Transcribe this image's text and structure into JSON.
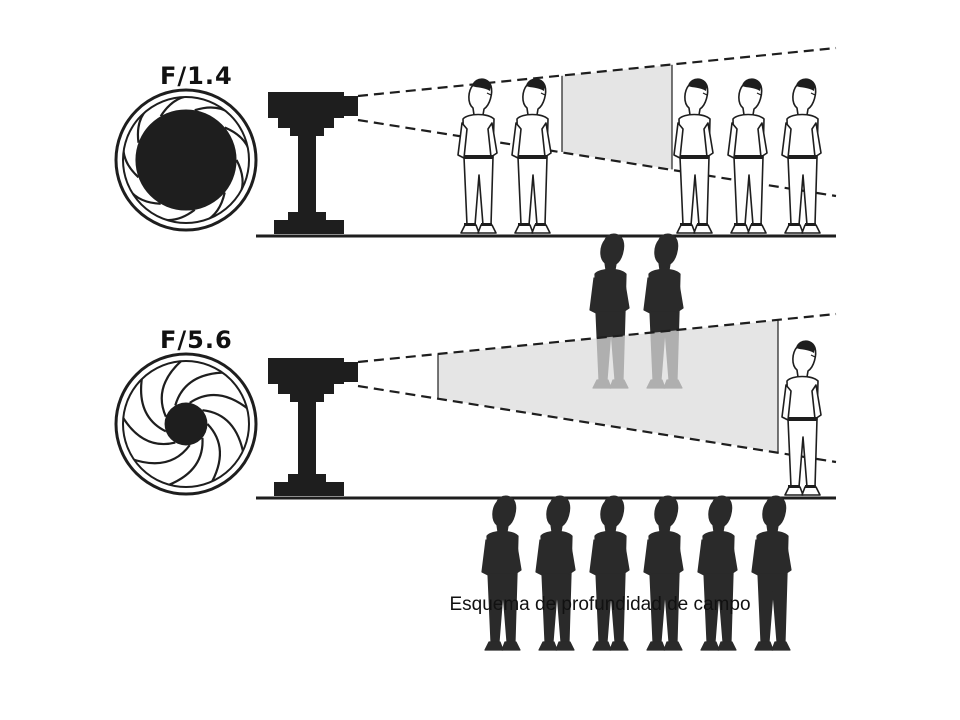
{
  "panels": [
    {
      "id": "f14",
      "fstop_label": "F/1.4",
      "aperture_opening": 0.78,
      "figures": [
        "sharp",
        "sharp",
        "blurred",
        "blurred",
        "sharp",
        "sharp",
        "sharp"
      ]
    },
    {
      "id": "f56",
      "fstop_label": "F/5.6",
      "aperture_opening": 0.22,
      "figures": [
        "blurred",
        "blurred",
        "blurred",
        "blurred",
        "blurred",
        "blurred",
        "sharp"
      ]
    }
  ],
  "caption": "Esquema de profundidad de campo",
  "colors": {
    "ink": "#1e1e1e",
    "paper": "#ffffff",
    "depth_zone": "#dcdcdc"
  }
}
